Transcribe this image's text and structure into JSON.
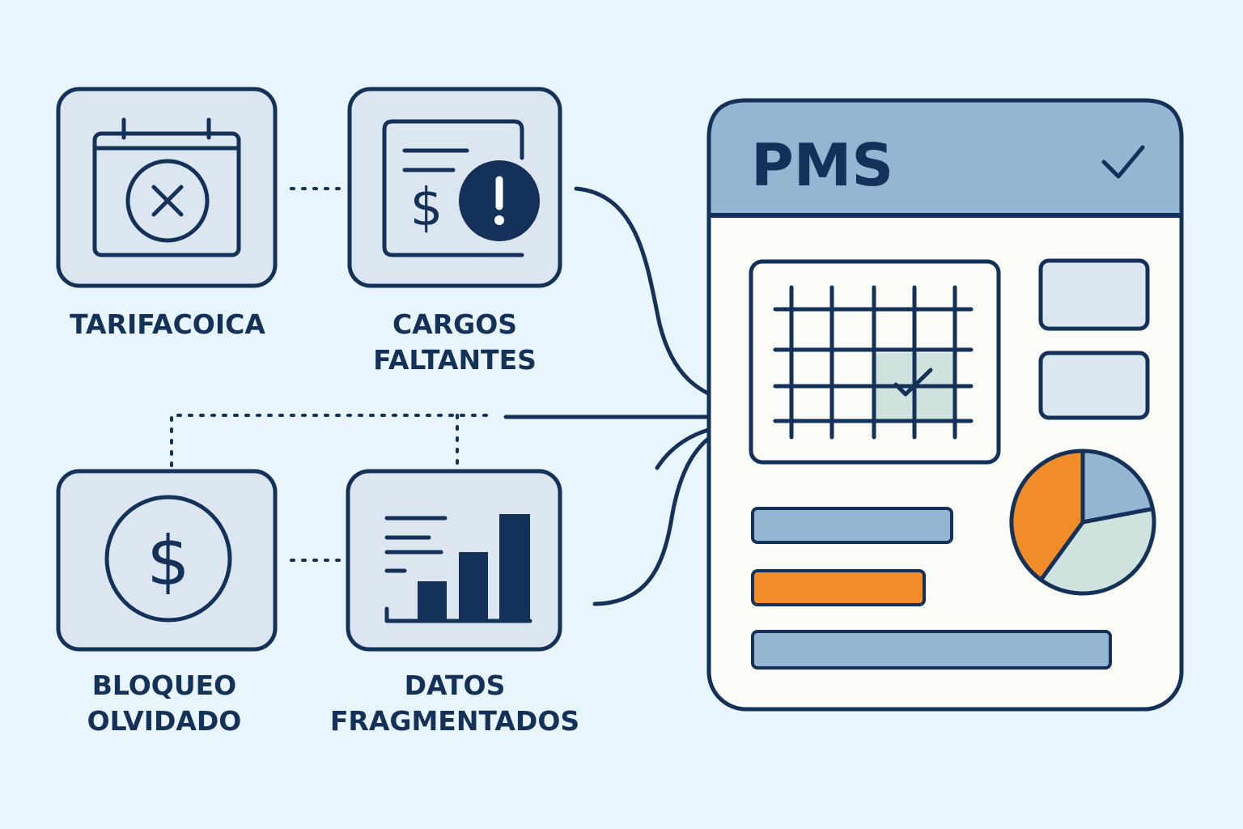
{
  "problems": [
    {
      "label_lines": [
        "TARIFACOICA"
      ],
      "icon": "calendar-x-icon"
    },
    {
      "label_lines": [
        "CARGOS",
        "FALTANTES"
      ],
      "icon": "invoice-alert-icon"
    },
    {
      "label_lines": [
        "BLOQUEO",
        "OLVIDADO"
      ],
      "icon": "dollar-circle-icon"
    },
    {
      "label_lines": [
        "DATOS",
        "FRAGMENTADOS"
      ],
      "icon": "bar-chart-icon"
    }
  ],
  "pms": {
    "title": "PMS",
    "status_icon": "checkmark-icon",
    "pie_slices_percent": {
      "orange": 40,
      "blue": 22,
      "mint": 38
    }
  },
  "colors": {
    "navy": "#14315a",
    "header": "#94b6d2",
    "card_fill": "#dbe6f0",
    "orange": "#f28c28",
    "mint": "#cfe3de",
    "background": "#e9f5fc"
  }
}
